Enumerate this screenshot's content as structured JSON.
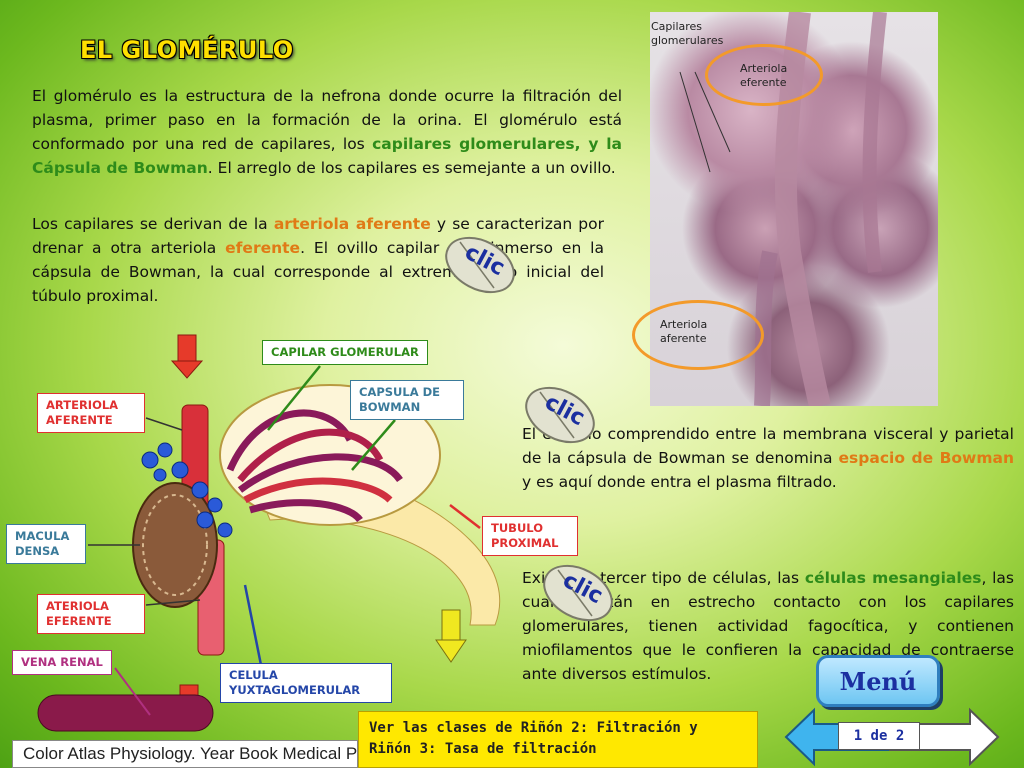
{
  "title": "EL GLOMÉRULO",
  "para1": {
    "part1": "El glomérulo es la estructura de la nefrona donde ocurre la filtración del plasma, primer paso en la formación de la orina. El glomérulo está conformado por una red de capilares, los ",
    "kw": "capilares glomerulares, y la Cápsula de Bowman",
    "part2": ". El arreglo de los capilares es semejante a un ovillo."
  },
  "para2": {
    "part1": "Los capilares se derivan de la ",
    "kw1": "arteriola aferente",
    "part2": " y se caracterizan por drenar a otra arteriola ",
    "kw2": "eferente",
    "part3": ". El ovillo capilar está inmerso en la  cápsula de Bowman, la cual corresponde al extremo ciego inicial del túbulo proximal."
  },
  "para3": {
    "part1": "El espacio comprendido entre la membrana visceral y parietal de la cápsula de Bowman se denomina ",
    "kw": "espacio de Bowman",
    "part2": " y es aquí donde entra el plasma filtrado."
  },
  "para4": {
    "part1": "Existe un tercer tipo de células, las ",
    "kw": "células mesangiales",
    "part2": ", las  cuales están en estrecho contacto con los capilares glomerulares, tienen actividad fagocítica, y  contienen  miofilamentos que le confieren la  capacidad de contraerse ante diversos estímulos."
  },
  "photo_labels": {
    "capilares": "Capilares glomerulares",
    "eferente": "Arteriola eferente",
    "aferente": "Arteriola aferente"
  },
  "diagram_labels": {
    "capilar_glomerular": "CAPILAR GLOMERULAR",
    "capsula_bowman": "CAPSULA DE BOWMAN",
    "arteriola_aferente": "ARTERIOLA AFERENTE",
    "macula_densa": "MACULA DENSA",
    "tubulo_proximal": "TUBULO PROXIMAL",
    "ateriola_eferente": "ATERIOLA EFERENTE",
    "vena_renal": "VENA RENAL",
    "celula_yuxtaglomerular": "CELULA YUXTAGLOMERULAR"
  },
  "clic_label": "clic",
  "menu_label": "Menú",
  "bottom_note": "Ver las clases de Riñón 2: Filtración y Riñón 3: Tasa de filtración",
  "source": "Color Atlas Physiology. Year Book Medical Publishers",
  "page_indicator": "1 de 2",
  "colors": {
    "title": "#ffe000",
    "keyword_green": "#2e8b1a",
    "keyword_orange": "#e07a16",
    "label_red": "#e03030",
    "highlight_ring": "#f39a2a",
    "menu_text": "#1b2fa0"
  }
}
